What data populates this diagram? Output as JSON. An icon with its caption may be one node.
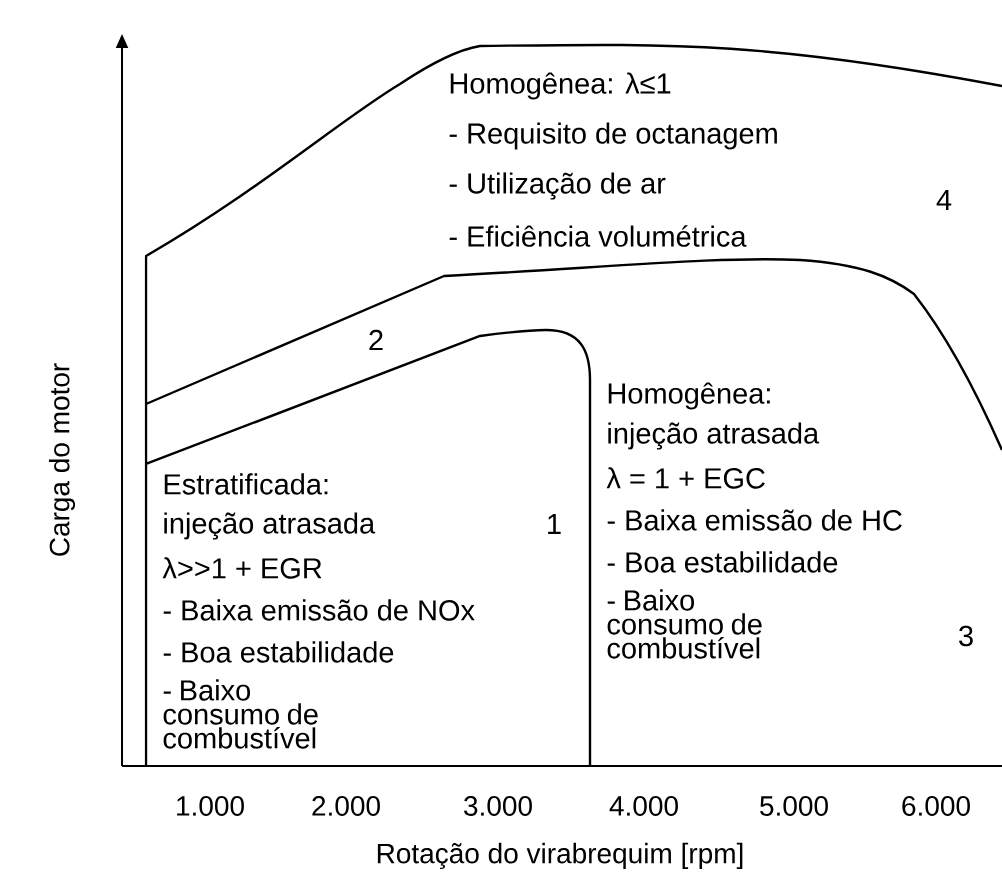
{
  "diagram": {
    "labels": [
      "Homogênea: λ≤1",
      "- Requisito de octanagem",
      "- Utilização de ar",
      "- Eficiência volumétrica",
      "4",
      "2",
      "Homogênea:",
      "injeção atrasada",
      "λ = 1 + EGC",
      "- Baixa emissão de HC",
      "- Boa estabilidade",
      "- Baixo consumo de combustível",
      "3",
      "Estratificada:",
      "injeção atrasada",
      "λ>>1 + EGR",
      "1",
      "- Baixa emissão de NOx",
      "- Boa estabilidade",
      "- Baixo consumo de combustível",
      "1.000",
      "2.000",
      "3.000",
      "4.000",
      "5.000",
      "6.000",
      "Carga do motor",
      "Rotação do virabrequim [rpm]"
    ]
  }
}
